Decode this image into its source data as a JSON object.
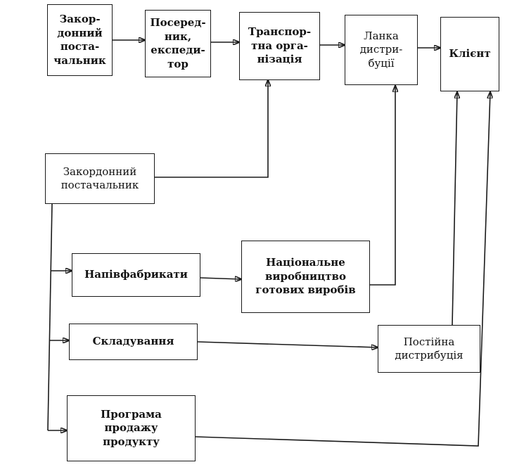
{
  "boxes": {
    "foreign_supplier_top": "Закор-\nдонний\nпоста-\nчальник",
    "intermediary": "Посеред-\nник,\nекспеди-\nтор",
    "transport": "Транспор-\nтна орга-\nнізація",
    "distribution_link": "Ланка\nдистри-\nбуції",
    "client": "Клієнт",
    "foreign_supplier_left": "Закордонний\nпостачальник",
    "semi_finished": "Напівфабрикати",
    "national_production": "Національне\nвиробництво\nготових виробів",
    "warehousing": "Складування",
    "permanent_distribution": "Постійна\nдистрибуція",
    "sales_program": "Програма\nпродажу\nпродукту"
  },
  "colors": {
    "line": "#1a1a1a",
    "text": "#111111",
    "background": "#ffffff"
  }
}
